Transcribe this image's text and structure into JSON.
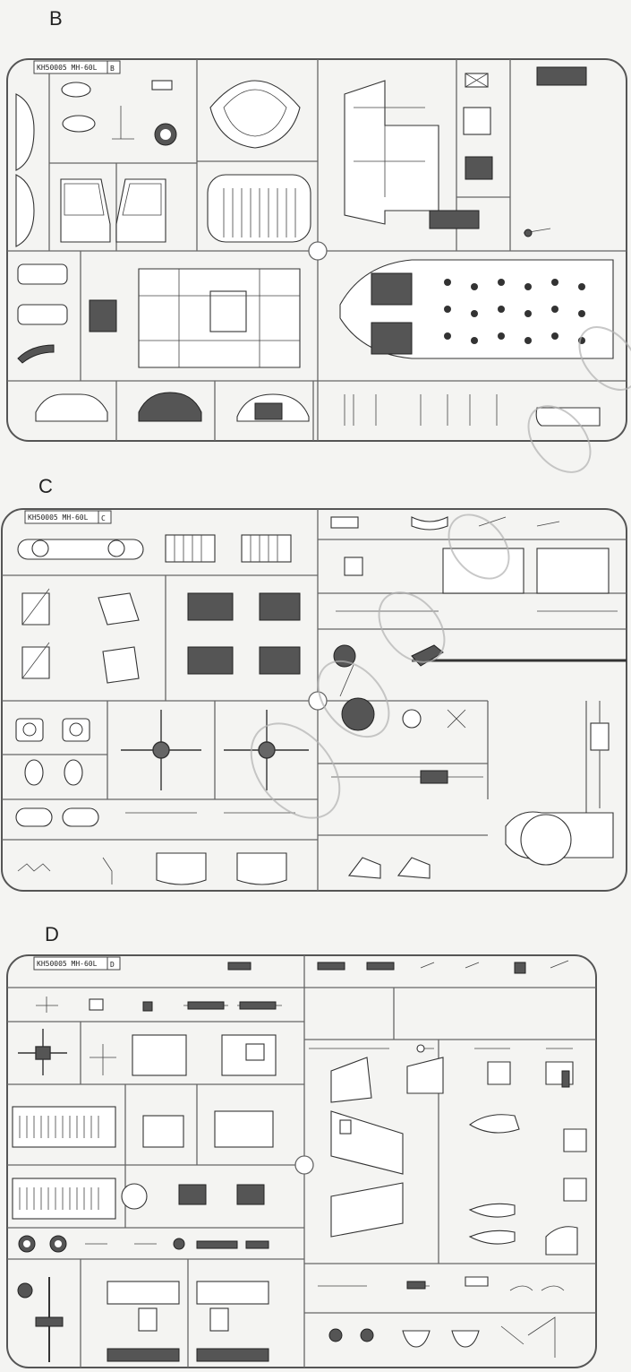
{
  "sprues": [
    {
      "letter": "B",
      "code": "KH50005 MH-60L",
      "tag": "B"
    },
    {
      "letter": "C",
      "code": "KH50005 MH-60L",
      "tag": "C"
    },
    {
      "letter": "D",
      "code": "KH50005 MH-60L",
      "tag": "D"
    }
  ],
  "colors": {
    "outline": "#555555",
    "background": "#f4f4f2",
    "watermark": "#b0b0b0"
  }
}
